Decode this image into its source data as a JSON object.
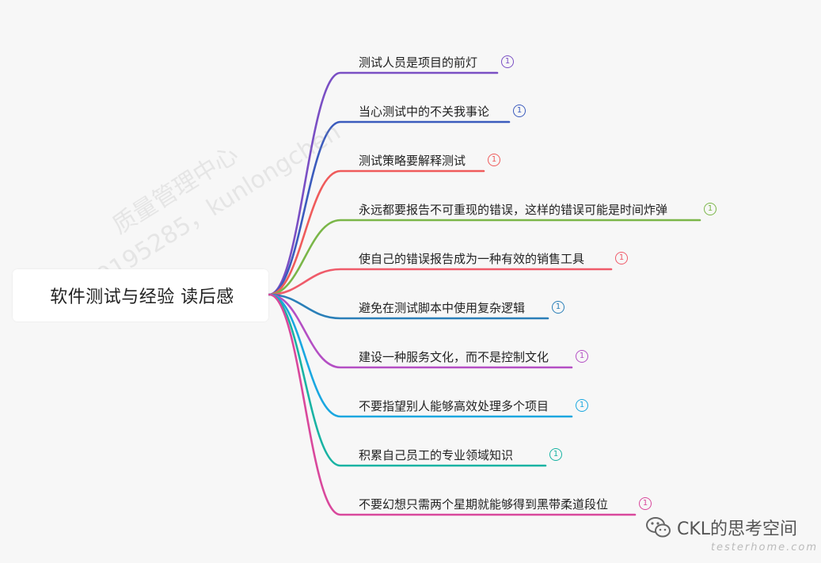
{
  "root": {
    "label": "软件测试与经验 读后感"
  },
  "branches": [
    {
      "label": "测试人员是项目的前灯",
      "badge": "1",
      "color": "#7a4fc4"
    },
    {
      "label": "当心测试中的不关我事论",
      "badge": "1",
      "color": "#3b5bbd"
    },
    {
      "label": "测试策略要解释测试",
      "badge": "1",
      "color": "#ef5b5b"
    },
    {
      "label": "永远都要报告不可重现的错误，这样的错误可能是时间炸弹",
      "badge": "1",
      "color": "#7ab648"
    },
    {
      "label": "使自己的错误报告成为一种有效的销售工具",
      "badge": "1",
      "color": "#ef5b6a"
    },
    {
      "label": "避免在测试脚本中使用复杂逻辑",
      "badge": "1",
      "color": "#2a7fb8"
    },
    {
      "label": "建设一种服务文化，而不是控制文化",
      "badge": "1",
      "color": "#b44fc4"
    },
    {
      "label": "不要指望别人能够高效处理多个项目",
      "badge": "1",
      "color": "#1aa7e0"
    },
    {
      "label": "积累自己员工的专业领域知识",
      "badge": "1",
      "color": "#19b3a3"
    },
    {
      "label": "不要幻想只需两个星期就能够得到黑带柔道段位",
      "badge": "1",
      "color": "#d9489c"
    }
  ],
  "watermark": {
    "line1": "质量管理中心",
    "line2": "SZ-00195285，kunlongchen"
  },
  "footer": {
    "title": "CKL的思考空间",
    "site": "testerhome.com",
    "icon": "wechat-icon"
  }
}
